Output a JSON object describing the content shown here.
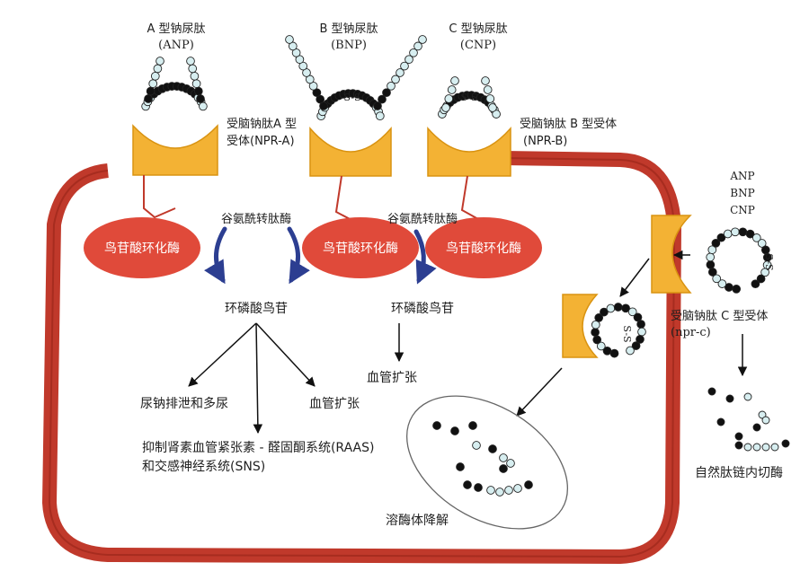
{
  "peptides": {
    "anp": {
      "name": "A 型钠尿肽",
      "abbr": "(ANP)"
    },
    "bnp": {
      "name": "B 型钠尿肽",
      "abbr": "(BNP)"
    },
    "cnp": {
      "name": "C 型钠尿肽",
      "abbr": "(CNP)"
    }
  },
  "disulfide": "S-S",
  "receptors": {
    "npr_a": {
      "line1": "受脑钠肽A 型",
      "line2": "受体(NPR-A)"
    },
    "npr_b": {
      "line1": "受脑钠肽 B 型受体",
      "line2": "(NPR-B)"
    },
    "npr_c": {
      "line1": "受脑钠肽 C 型受体",
      "line2": "(npr-c)"
    }
  },
  "npr_c_ligands": [
    "ANP",
    "BNP",
    "CNP"
  ],
  "enzymes": {
    "guanylate_cyclase": "鸟苷酸环化酶",
    "glutamyl_transpeptidase": "谷氨酰转肽酶"
  },
  "products": {
    "cgmp": "环磷酸鸟苷"
  },
  "effects": {
    "natriuresis": "尿钠排泄和多尿",
    "vasodilation": "血管扩张",
    "raas_line1": "抑制肾素血管紧张素 - 醛固酮系统(RAAS)",
    "raas_line2": "和交感神经系统(SNS)"
  },
  "lysosome": "溶酶体降解",
  "endopeptidase": "自然肽链内切酶",
  "colors": {
    "membrane": "#c0392b",
    "membrane_dark": "#8e1f14",
    "receptor": "#f3b234",
    "receptor_edge": "#d99311",
    "enzyme": "#e04a3a",
    "arrow_blue": "#2c3e91",
    "bead_dark": "#111111",
    "bead_light": "#d7eef0"
  }
}
